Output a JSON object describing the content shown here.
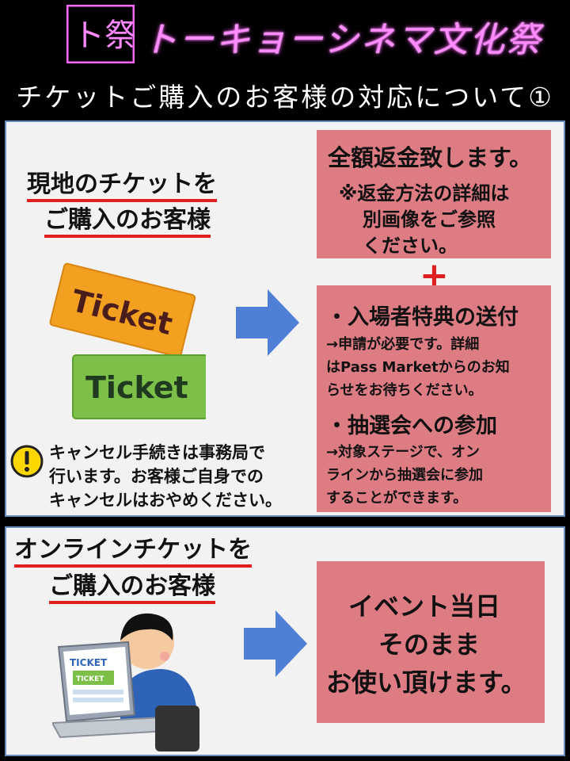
{
  "header": {
    "logo_text": "ト祭",
    "brand": "トーキョーシネマ文化祭",
    "subtitle": "チケットご購入のお客様の対応について①"
  },
  "onsite": {
    "heading_line1": "現地のチケットを",
    "heading_line2": "ご購入のお客様",
    "ticket_text_1": "Ticket",
    "ticket_text_2": "Ticket",
    "refund_title": "全額返金致します。",
    "refund_note_1": "※返金方法の詳細は",
    "refund_note_2": "別画像をご参照",
    "refund_note_3": "ください。",
    "plus": "+",
    "benefit_title": "・入場者特典の送付",
    "benefit_1": "→申請が必要です。詳細",
    "benefit_2": "はPass Marketからのお知",
    "benefit_3": "らせをお待ちください。",
    "lottery_title": "・抽選会への参加",
    "lottery_1": "→対象ステージで、オン",
    "lottery_2": "ラインから抽選会に参加",
    "lottery_3": "することができます。",
    "warn_line1": "キャンセル手続きは事務局で",
    "warn_line2": "行います。お客様ご自身での",
    "warn_line3": "キャンセルはおやめください。"
  },
  "online": {
    "heading_line1": "オンラインチケットを",
    "heading_line2": "ご購入のお客様",
    "laptop_ticket_1": "TICKET",
    "laptop_ticket_2": "TICKET",
    "msg_1": "イベント当日",
    "msg_2": "そのまま",
    "msg_3": "お使い頂けます。"
  },
  "colors": {
    "pink_box": "#de7c84",
    "arrow": "#4f7fd6",
    "underline": "#e02020",
    "brand_glow": "#ff4cff"
  }
}
